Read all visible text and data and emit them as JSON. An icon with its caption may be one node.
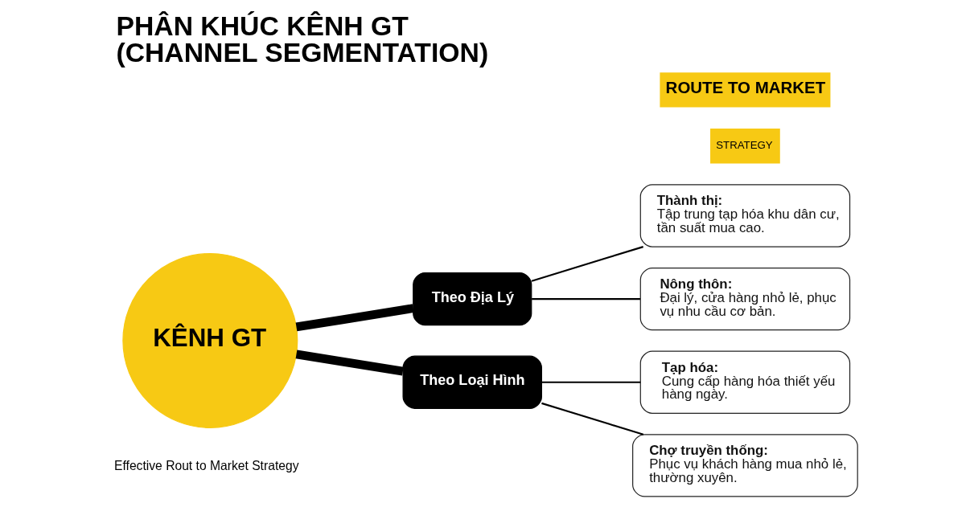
{
  "diagram": {
    "title": "PHÂN KHÚC KÊNH GT (CHANNEL SEGMENTATION)",
    "nodes": [
      {
        "text": [
          "KÊNH GT"
        ]
      },
      {
        "text": [
          "Theo Địa Lý"
        ]
      },
      {
        "text": [
          "Thành thị:",
          "Tập trung tạp hóa khu dân cư, tần suất mua cao."
        ]
      },
      {
        "text": [
          "Nông thôn:",
          "Đại lý, cửa hàng nhỏ lẻ, phục vụ nhu cầu cơ bản."
        ]
      },
      {
        "text": [
          "Theo Loại Hình"
        ]
      },
      {
        "text": [
          "Tạp hóa:",
          "Cung cấp hàng hóa thiết yếu hàng ngày."
        ]
      },
      {
        "text": [
          "Chợ truyền thống:",
          "Phục vụ khách hàng mua nhỏ lẻ, thường xuyên."
        ]
      }
    ],
    "edges": [
      {
        "from": 0,
        "to": 1,
        "arrow": "none",
        "style": "thick"
      },
      {
        "from": 1,
        "to": 2,
        "arrow": "none"
      },
      {
        "from": 1,
        "to": 3,
        "arrow": "none"
      },
      {
        "from": 0,
        "to": 4,
        "arrow": "none",
        "style": "thick"
      },
      {
        "from": 4,
        "to": 5,
        "arrow": "none"
      },
      {
        "from": 4,
        "to": 6,
        "arrow": "none"
      }
    ],
    "labels": [
      "ROUTE TO MARKET",
      "STRATEGY",
      "Effective Rout to Market Strategy"
    ]
  }
}
